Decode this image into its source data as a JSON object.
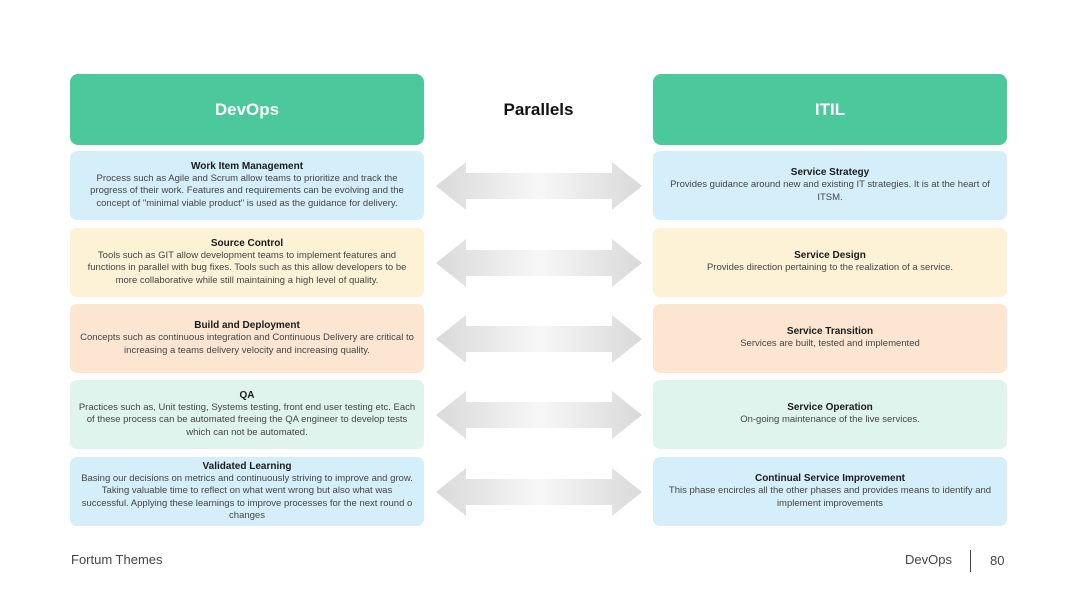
{
  "header": {
    "left_title": "DevOps",
    "center_title": "Parallels",
    "right_title": "ITIL"
  },
  "colors": {
    "header_green": "#4bc99c",
    "blue": "#d5effa",
    "yellow": "#fdf2d6",
    "orange": "#fde6d1",
    "mint": "#dff4ec"
  },
  "rows": [
    {
      "color": "#d5effa",
      "devops": {
        "title": "Work Item Management",
        "text": "Process such as Agile and Scrum allow teams to prioritize and track the progress of their work. Features and requirements can be evolving and the concept of \"minimal viable product\" is used as the guidance for delivery."
      },
      "itil": {
        "title": "Service Strategy",
        "text": "Provides guidance around new and existing IT strategies. It is at the heart of ITSM."
      }
    },
    {
      "color": "#fdf2d6",
      "devops": {
        "title": "Source Control",
        "text": "Tools such as GIT allow development teams to implement features and functions in parallel with bug fixes. Tools such as this allow developers to be more collaborative while still maintaining a high level of quality."
      },
      "itil": {
        "title": "Service Design",
        "text": "Provides direction pertaining to the realization of a service."
      }
    },
    {
      "color": "#fde6d1",
      "devops": {
        "title": "Build and Deployment",
        "text": "Concepts such as continuous integration and Continuous Delivery are critical to increasing a teams delivery velocity and increasing quality."
      },
      "itil": {
        "title": "Service Transition",
        "text": "Services are built, tested and implemented"
      }
    },
    {
      "color": "#dff4ec",
      "devops": {
        "title": "QA",
        "text": "Practices such as, Unit testing, Systems testing, front end user testing etc. Each of these process can be automated freeing the QA engineer to develop tests which can not be automated."
      },
      "itil": {
        "title": "Service Operation",
        "text": "On-going maintenance of the live services."
      }
    },
    {
      "color": "#d5effa",
      "devops": {
        "title": "Validated Learning",
        "text": "Basing our decisions on metrics and continuously striving to improve and grow. Taking valuable time to reflect on what went wrong but also what was successful. Applying these learnings to improve processes for the next round o changes"
      },
      "itil": {
        "title": "Continual Service Improvement",
        "text": "This phase encircles all the other phases and provides means to identify and implement improvements"
      }
    }
  ],
  "footer": {
    "brand": "Fortum Themes",
    "section": "DevOps",
    "page": "80"
  }
}
